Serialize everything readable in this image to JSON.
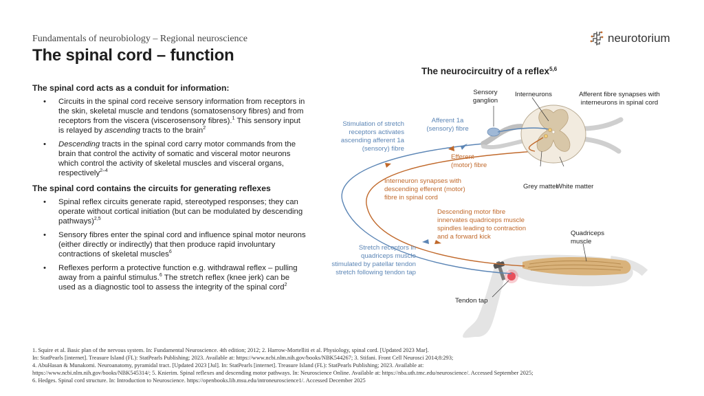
{
  "slide": {
    "subtitle": "Fundamentals of neurobiology – Regional neuroscience",
    "title": "The spinal cord – function",
    "brand": "neurotorium"
  },
  "left": {
    "section1_heading": "The spinal cord acts as a conduit for information:",
    "section1_items": [
      {
        "parts": [
          {
            "t": "Circuits in the spinal cord receive sensory information from receptors in the skin, skeletal muscle and tendons (somatosensory fibres) and from receptors from the viscera (viscerosensory fibres)."
          },
          {
            "sup": "1"
          },
          {
            "t": " This sensory input is relayed by "
          },
          {
            "i": "ascending"
          },
          {
            "t": " tracts to the brain"
          },
          {
            "sup": "2"
          }
        ]
      },
      {
        "parts": [
          {
            "i": "Descending"
          },
          {
            "t": " tracts in the spinal cord carry motor commands from the brain that control the activity of somatic and visceral motor neurons which control the activity of skeletal muscles and visceral organs, respectively"
          },
          {
            "sup": "2–4"
          }
        ]
      }
    ],
    "section2_heading": "The spinal cord contains the circuits for generating reflexes",
    "section2_items": [
      {
        "parts": [
          {
            "t": "Spinal reflex circuits generate rapid, stereotyped responses; they can operate without cortical initiation (but can be modulated by descending pathways)"
          },
          {
            "sup": "2,5"
          }
        ]
      },
      {
        "parts": [
          {
            "t": "Sensory fibres enter the spinal cord and influence spinal motor neurons (either directly or indirectly) that then produce rapid involuntary contractions of skeletal muscles"
          },
          {
            "sup": "6"
          }
        ]
      },
      {
        "parts": [
          {
            "t": "Reflexes perform a protective function e.g. withdrawal reflex – pulling away from a painful stimulus."
          },
          {
            "sup": "6"
          },
          {
            "t": " The stretch reflex (knee jerk) can be used as a diagnostic tool to assess the integrity of the spinal cord"
          },
          {
            "sup": "2"
          }
        ]
      }
    ]
  },
  "diagram": {
    "title": "The neurocircuitry of a reflex",
    "title_sup": "5,6",
    "labels": {
      "sensory_ganglion": [
        "Sensory",
        "ganglion"
      ],
      "interneurons": [
        "Interneurons"
      ],
      "afferent_synapse": [
        "Afferent fibre synapses with",
        "interneurons in spinal cord"
      ],
      "stimulation": [
        "Stimulation of stretch",
        "receptors activates",
        "ascending afferent 1a",
        "(sensory) fibre"
      ],
      "afferent_fibre": [
        "Afferent 1a",
        "(sensory) fibre"
      ],
      "efferent_fibre": [
        "Efferent",
        "(motor) fibre"
      ],
      "grey_matter": [
        "Grey matter"
      ],
      "white_matter": [
        "White matter"
      ],
      "interneuron_synapse": [
        "Interneuron synapses with",
        "descending efferent (motor)",
        "fibre in spinal cord"
      ],
      "descending_motor": [
        "Descending motor fibre",
        "innervates quadriceps muscle",
        "spindles leading to contraction",
        "and a forward kick"
      ],
      "quadriceps": [
        "Quadriceps",
        "muscle"
      ],
      "stretch_receptors": [
        "Stretch receptors in",
        "quadriceps muscle",
        "stimulated by patellar tendon",
        "stretch following tendon tap"
      ],
      "tendon_tap": [
        "Tendon tap"
      ]
    },
    "colors": {
      "afferent": "#5b85b5",
      "efferent": "#c0682a",
      "grey_matter": "#d8c7a8",
      "white_matter": "#f2ebdf",
      "label_dark": "#222222"
    }
  },
  "references": [
    "1. Squire et al. Basic plan of the nervous system. In: Fundamental Neuroscience. 4th edition; 2012; 2. Harrow-Mortelliti et al. Physiology, spinal cord. [Updated 2023 Mar].",
    "In: StatPearls [internet]. Treasure Island (FL): StatPearls Publishing; 2023. Available at: https://www.ncbi.nlm.nih.gov/books/NBK544267; 3. Stifani. Front Cell Neurosci 2014;8:293;",
    "4. AbuHasan & Munakomi. Neuroanatomy, pyramidal tract. [Updated 2023 [Jul]. In: StatPearls [internet]. Treasure Island (FL): StatPearls Publishing; 2023. Available at:",
    "https://www.ncbi.nlm.nih.gov/books/NBK545314/; 5. Knierim. Spinal reflexes and descending motor pathways. In: Neuroscience Online. Available at: https://nba.uth.tmc.edu/neuroscience/. Accessed September 2025;",
    "6. Hedges. Spinal cord structure. In: Introduction to Neuroscience. https://openbooks.lib.msu.edu/introneuroscience1/. Accessed December 2025"
  ]
}
